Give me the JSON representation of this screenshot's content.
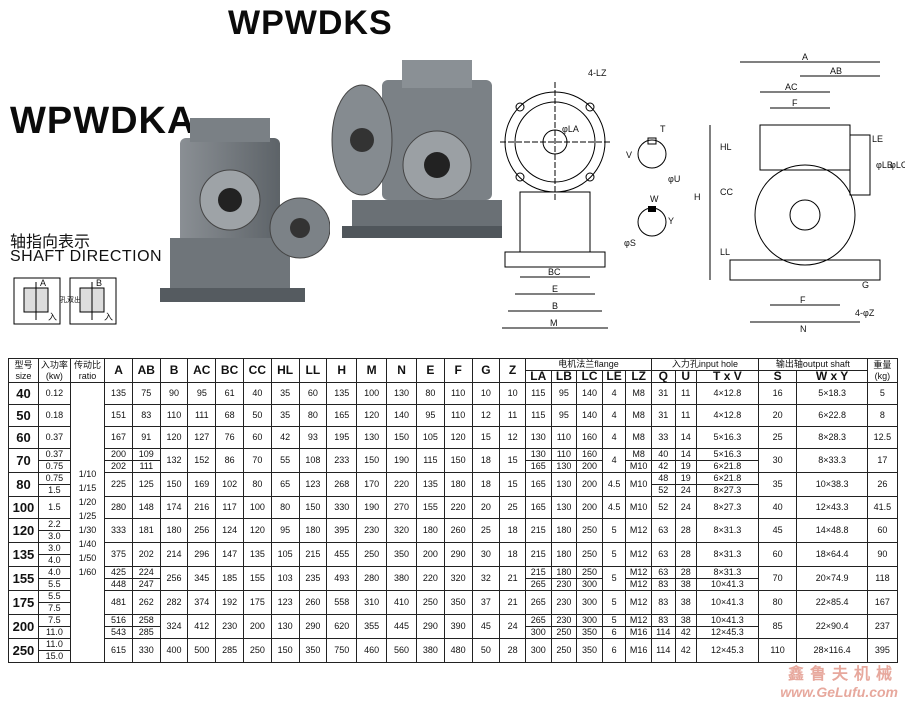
{
  "titles": {
    "top": "WPWDKS",
    "left": "WPWDKA"
  },
  "shaft_direction": {
    "cn": "轴指向表示",
    "en": "SHAFT DIRECTION"
  },
  "shaft_icons": {
    "a": "A",
    "b": "B",
    "double": "孔双出",
    "in": "入"
  },
  "drawing_labels": {
    "lz": "4-LZ",
    "la": "φLA",
    "u": "φU",
    "s": "φS",
    "bc": "BC",
    "e": "E",
    "b": "B",
    "m": "M",
    "a": "A",
    "ab": "AB",
    "ac": "AC",
    "f": "F",
    "hl": "HL",
    "le": "LE",
    "lb": "φLB",
    "lc": "φLC",
    "cc": "CC",
    "h": "H",
    "ll": "LL",
    "g": "G",
    "n": "N",
    "z": "4-φZ",
    "t": "T",
    "v": "V",
    "w": "W",
    "y": "Y"
  },
  "table": {
    "headers": {
      "size": "型号 size",
      "kw": "入功率 (kw)",
      "ratio": "传动比 ratio",
      "A": "A",
      "AB": "AB",
      "B": "B",
      "AC": "AC",
      "BC": "BC",
      "CC": "CC",
      "HL": "HL",
      "LL": "LL",
      "H": "H",
      "M": "M",
      "N": "N",
      "E": "E",
      "F": "F",
      "G": "G",
      "Z": "Z",
      "flange": "电机法兰flange",
      "LA": "LA",
      "LB": "LB",
      "LC": "LC",
      "LE": "LE",
      "LZ": "LZ",
      "input": "入力孔input hole",
      "Q": "Q",
      "U": "U",
      "TxV": "T x V",
      "output": "输出轴output shaft",
      "S": "S",
      "WxY": "W x Y",
      "weight": "重量 (kg)"
    },
    "ratios": [
      "1/10",
      "1/15",
      "1/20",
      "1/25",
      "1/30",
      "1/40",
      "1/50",
      "1/60"
    ],
    "rows": [
      {
        "size": "40",
        "kw": [
          "0.12"
        ],
        "A": "135",
        "AB": "75",
        "B": "90",
        "AC": "95",
        "BC": "61",
        "CC": "40",
        "HL": "35",
        "LL": "60",
        "H": "135",
        "M": "100",
        "N": "130",
        "E": "80",
        "F": "110",
        "G": "10",
        "Z": "10",
        "LA": [
          "115"
        ],
        "LB": [
          "95"
        ],
        "LC": [
          "140"
        ],
        "LE": "4",
        "LZ": [
          "M8"
        ],
        "Q": [
          "31"
        ],
        "U": [
          "11"
        ],
        "TxV": [
          "4×12.8"
        ],
        "S": "16",
        "WxY": "5×18.3",
        "kg": "5"
      },
      {
        "size": "50",
        "kw": [
          "0.18"
        ],
        "A": "151",
        "AB": "83",
        "B": "110",
        "AC": "111",
        "BC": "68",
        "CC": "50",
        "HL": "35",
        "LL": "80",
        "H": "165",
        "M": "120",
        "N": "140",
        "E": "95",
        "F": "110",
        "G": "12",
        "Z": "11",
        "LA": [
          "115"
        ],
        "LB": [
          "95"
        ],
        "LC": [
          "140"
        ],
        "LE": "4",
        "LZ": [
          "M8"
        ],
        "Q": [
          "31"
        ],
        "U": [
          "11"
        ],
        "TxV": [
          "4×12.8"
        ],
        "S": "20",
        "WxY": "6×22.8",
        "kg": "8"
      },
      {
        "size": "60",
        "kw": [
          "0.37"
        ],
        "A": "167",
        "AB": "91",
        "B": "120",
        "AC": "127",
        "BC": "76",
        "CC": "60",
        "HL": "42",
        "LL": "93",
        "H": "195",
        "M": "130",
        "N": "150",
        "E": "105",
        "F": "120",
        "G": "15",
        "Z": "12",
        "LA": [
          "130"
        ],
        "LB": [
          "110"
        ],
        "LC": [
          "160"
        ],
        "LE": "4",
        "LZ": [
          "M8"
        ],
        "Q": [
          "33"
        ],
        "U": [
          "14"
        ],
        "TxV": [
          "5×16.3"
        ],
        "S": "25",
        "WxY": "8×28.3",
        "kg": "12.5"
      },
      {
        "size": "70",
        "kw": [
          "0.37",
          "0.75"
        ],
        "A": [
          "200",
          "202"
        ],
        "AB": [
          "109",
          "111"
        ],
        "B": "132",
        "AC": "152",
        "BC": "86",
        "CC": "70",
        "HL": "55",
        "LL": "108",
        "H": "233",
        "M": "150",
        "N": "190",
        "E": "115",
        "F": "150",
        "G": "18",
        "Z": "15",
        "LA": [
          "130",
          "165"
        ],
        "LB": [
          "110",
          "130"
        ],
        "LC": [
          "160",
          "200"
        ],
        "LE": "4",
        "LZ": [
          "M8",
          "M10"
        ],
        "Q": [
          "40",
          "42"
        ],
        "U": [
          "14",
          "19"
        ],
        "TxV": [
          "5×16.3",
          "6×21.8"
        ],
        "S": "30",
        "WxY": "8×33.3",
        "kg": "17"
      },
      {
        "size": "80",
        "kw": [
          "0.75",
          "1.5"
        ],
        "A": "225",
        "AB": "125",
        "B": "150",
        "AC": "169",
        "BC": "102",
        "CC": "80",
        "HL": "65",
        "LL": "123",
        "H": "268",
        "M": "170",
        "N": "220",
        "E": "135",
        "F": "180",
        "G": "18",
        "Z": "15",
        "LA": [
          "165"
        ],
        "LB": [
          "130"
        ],
        "LC": [
          "200"
        ],
        "LE": "4.5",
        "LZ": [
          "M10"
        ],
        "Q": [
          "48",
          "52"
        ],
        "U": [
          "19",
          "24"
        ],
        "TxV": [
          "6×21.8",
          "8×27.3"
        ],
        "S": "35",
        "WxY": "10×38.3",
        "kg": "26"
      },
      {
        "size": "100",
        "kw": [
          "1.5"
        ],
        "A": "280",
        "AB": "148",
        "B": "174",
        "AC": "216",
        "BC": "117",
        "CC": "100",
        "HL": "80",
        "LL": "150",
        "H": "330",
        "M": "190",
        "N": "270",
        "E": "155",
        "F": "220",
        "G": "20",
        "Z": "25",
        "LA": [
          "165"
        ],
        "LB": [
          "130"
        ],
        "LC": [
          "200"
        ],
        "LE": "4.5",
        "LZ": [
          "M10"
        ],
        "Q": [
          "52"
        ],
        "U": [
          "24"
        ],
        "TxV": [
          "8×27.3"
        ],
        "S": "40",
        "WxY": "12×43.3",
        "kg": "41.5"
      },
      {
        "size": "120",
        "kw": [
          "2.2",
          "3.0"
        ],
        "A": "333",
        "AB": "181",
        "B": "180",
        "AC": "256",
        "BC": "124",
        "CC": "120",
        "HL": "95",
        "LL": "180",
        "H": "395",
        "M": "230",
        "N": "320",
        "E": "180",
        "F": "260",
        "G": "25",
        "Z": "18",
        "LA": [
          "215"
        ],
        "LB": [
          "180"
        ],
        "LC": [
          "250"
        ],
        "LE": "5",
        "LZ": [
          "M12"
        ],
        "Q": [
          "63"
        ],
        "U": [
          "28"
        ],
        "TxV": [
          "8×31.3"
        ],
        "S": "45",
        "WxY": "14×48.8",
        "kg": "60"
      },
      {
        "size": "135",
        "kw": [
          "3.0",
          "4.0"
        ],
        "A": "375",
        "AB": "202",
        "B": "214",
        "AC": "296",
        "BC": "147",
        "CC": "135",
        "HL": "105",
        "LL": "215",
        "H": "455",
        "M": "250",
        "N": "350",
        "E": "200",
        "F": "290",
        "G": "30",
        "Z": "18",
        "LA": [
          "215"
        ],
        "LB": [
          "180"
        ],
        "LC": [
          "250"
        ],
        "LE": "5",
        "LZ": [
          "M12"
        ],
        "Q": [
          "63"
        ],
        "U": [
          "28"
        ],
        "TxV": [
          "8×31.3"
        ],
        "S": "60",
        "WxY": "18×64.4",
        "kg": "90"
      },
      {
        "size": "155",
        "kw": [
          "4.0",
          "5.5"
        ],
        "A": [
          "425",
          "448"
        ],
        "AB": [
          "224",
          "247"
        ],
        "B": "256",
        "AC": "345",
        "BC": "185",
        "CC": "155",
        "HL": "103",
        "LL": "235",
        "H": "493",
        "M": "280",
        "N": "380",
        "E": "220",
        "F": "320",
        "G": "32",
        "Z": "21",
        "LA": [
          "215",
          "265"
        ],
        "LB": [
          "180",
          "230"
        ],
        "LC": [
          "250",
          "300"
        ],
        "LE": "5",
        "LZ": [
          "M12",
          "M12"
        ],
        "Q": [
          "63",
          "83"
        ],
        "U": [
          "28",
          "38"
        ],
        "TxV": [
          "8×31.3",
          "10×41.3"
        ],
        "S": "70",
        "WxY": "20×74.9",
        "kg": "118"
      },
      {
        "size": "175",
        "kw": [
          "5.5",
          "7.5"
        ],
        "A": "481",
        "AB": "262",
        "B": "282",
        "AC": "374",
        "BC": "192",
        "CC": "175",
        "HL": "123",
        "LL": "260",
        "H": "558",
        "M": "310",
        "N": "410",
        "E": "250",
        "F": "350",
        "G": "37",
        "Z": "21",
        "LA": [
          "265"
        ],
        "LB": [
          "230"
        ],
        "LC": [
          "300"
        ],
        "LE": "5",
        "LZ": [
          "M12"
        ],
        "Q": [
          "83"
        ],
        "U": [
          "38"
        ],
        "TxV": [
          "10×41.3"
        ],
        "S": "80",
        "WxY": "22×85.4",
        "kg": "167"
      },
      {
        "size": "200",
        "kw": [
          "7.5",
          "11.0"
        ],
        "A": [
          "516",
          "543"
        ],
        "AB": [
          "258",
          "285"
        ],
        "B": "324",
        "AC": "412",
        "BC": "230",
        "CC": "200",
        "HL": "130",
        "LL": "290",
        "H": "620",
        "M": "355",
        "N": "445",
        "E": "290",
        "F": "390",
        "G": "45",
        "Z": "24",
        "LA": [
          "265",
          "300"
        ],
        "LB": [
          "230",
          "250"
        ],
        "LC": [
          "300",
          "350"
        ],
        "LE": [
          "5",
          "6"
        ],
        "LZ": [
          "M12",
          "M16"
        ],
        "Q": [
          "83",
          "114"
        ],
        "U": [
          "38",
          "42"
        ],
        "TxV": [
          "10×41.3",
          "12×45.3"
        ],
        "S": "85",
        "WxY": "22×90.4",
        "kg": "237"
      },
      {
        "size": "250",
        "kw": [
          "11.0",
          "15.0"
        ],
        "A": "615",
        "AB": "330",
        "B": "400",
        "AC": "500",
        "BC": "285",
        "CC": "250",
        "HL": "150",
        "LL": "350",
        "H": "750",
        "M": "460",
        "N": "560",
        "E": "380",
        "F": "480",
        "G": "50",
        "Z": "28",
        "LA": [
          "300"
        ],
        "LB": [
          "250"
        ],
        "LC": [
          "350"
        ],
        "LE": "6",
        "LZ": [
          "M16"
        ],
        "Q": [
          "114"
        ],
        "U": [
          "42"
        ],
        "TxV": [
          "12×45.3"
        ],
        "S": "110",
        "WxY": "28×116.4",
        "kg": "395"
      }
    ]
  },
  "watermark": {
    "cn": "鑫鲁夫机械",
    "url": "www.GeLufu.com"
  }
}
